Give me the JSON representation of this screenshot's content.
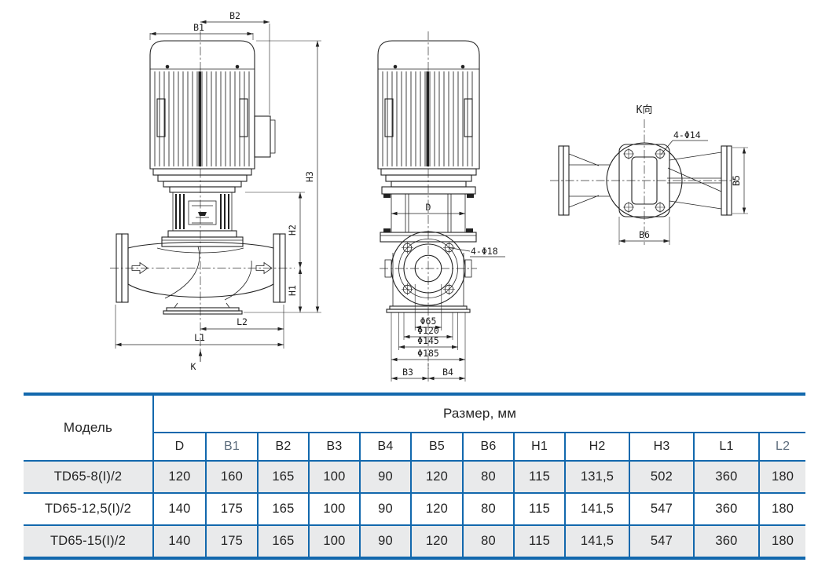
{
  "drawing": {
    "front": {
      "b1": "B1",
      "b2": "B2",
      "h1": "H1",
      "h2": "H2",
      "h3": "H3",
      "l1": "L1",
      "l2": "L2",
      "k": "K"
    },
    "side": {
      "d": "D",
      "bolt_callout": "4-Φ18",
      "dia65": "Φ65",
      "dia120": "Φ120",
      "dia145": "Φ145",
      "dia185": "Φ185",
      "b3": "B3",
      "b4": "B4"
    },
    "kview": {
      "title": "K向",
      "bolt_callout": "4-Φ14",
      "b5": "B5",
      "b6": "B6"
    }
  },
  "table": {
    "border_color": "#1268ad",
    "alt_row_bg": "#e9eaeb",
    "model_header": "Модель",
    "size_header": "Размер, мм",
    "columns": [
      "D",
      "B1",
      "B2",
      "B3",
      "B4",
      "B5",
      "B6",
      "H1",
      "H2",
      "H3",
      "L1",
      "L2"
    ],
    "rows": [
      {
        "model": "TD65-8(I)/2",
        "values": [
          "120",
          "160",
          "165",
          "100",
          "90",
          "120",
          "80",
          "115",
          "131,5",
          "502",
          "360",
          "180"
        ]
      },
      {
        "model": "TD65-12,5(I)/2",
        "values": [
          "140",
          "175",
          "165",
          "100",
          "90",
          "120",
          "80",
          "115",
          "141,5",
          "547",
          "360",
          "180"
        ]
      },
      {
        "model": "TD65-15(I)/2",
        "values": [
          "140",
          "175",
          "165",
          "100",
          "90",
          "120",
          "80",
          "115",
          "141,5",
          "547",
          "360",
          "180"
        ]
      }
    ]
  }
}
